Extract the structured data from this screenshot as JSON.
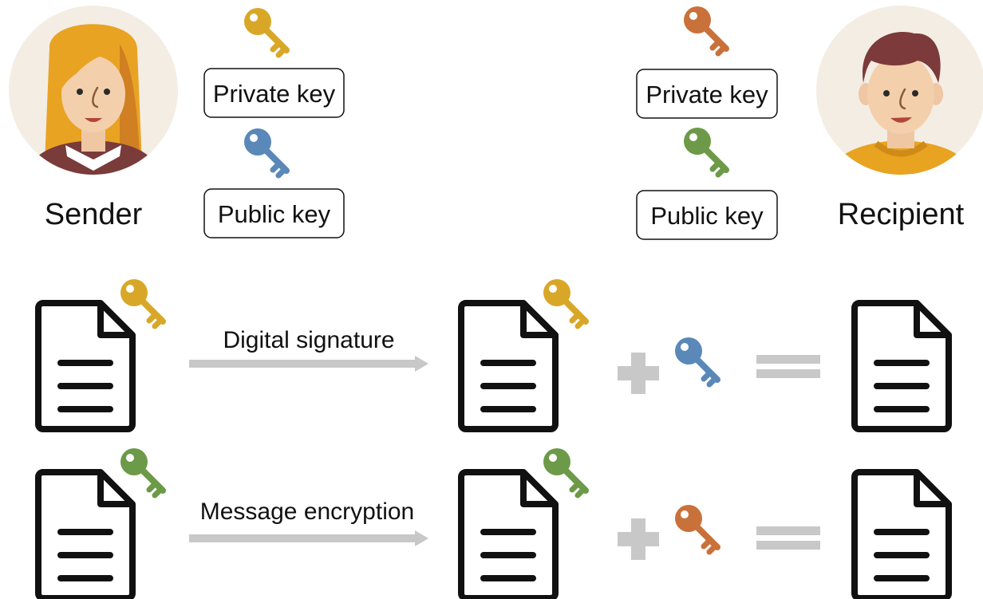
{
  "sender": {
    "label": "Sender",
    "private_key_label": "Private key",
    "public_key_label": "Public key"
  },
  "recipient": {
    "label": "Recipient",
    "private_key_label": "Private key",
    "public_key_label": "Public key"
  },
  "flows": [
    {
      "label": "Digital signature"
    },
    {
      "label": "Message encryption"
    }
  ],
  "colors": {
    "sender_private_key": "#d9a728",
    "sender_public_key": "#5a88b8",
    "recipient_private_key": "#c9713a",
    "recipient_public_key": "#6c9a48",
    "arrow": "#c8c8c8",
    "operator": "#c8c8c8",
    "document": "#111111"
  },
  "icons": {
    "sender_avatar": "woman-avatar-icon",
    "recipient_avatar": "man-avatar-icon",
    "key": "key-icon",
    "document": "document-icon",
    "plus": "plus-icon",
    "equals": "equals-icon",
    "arrow": "arrow-right-icon"
  }
}
